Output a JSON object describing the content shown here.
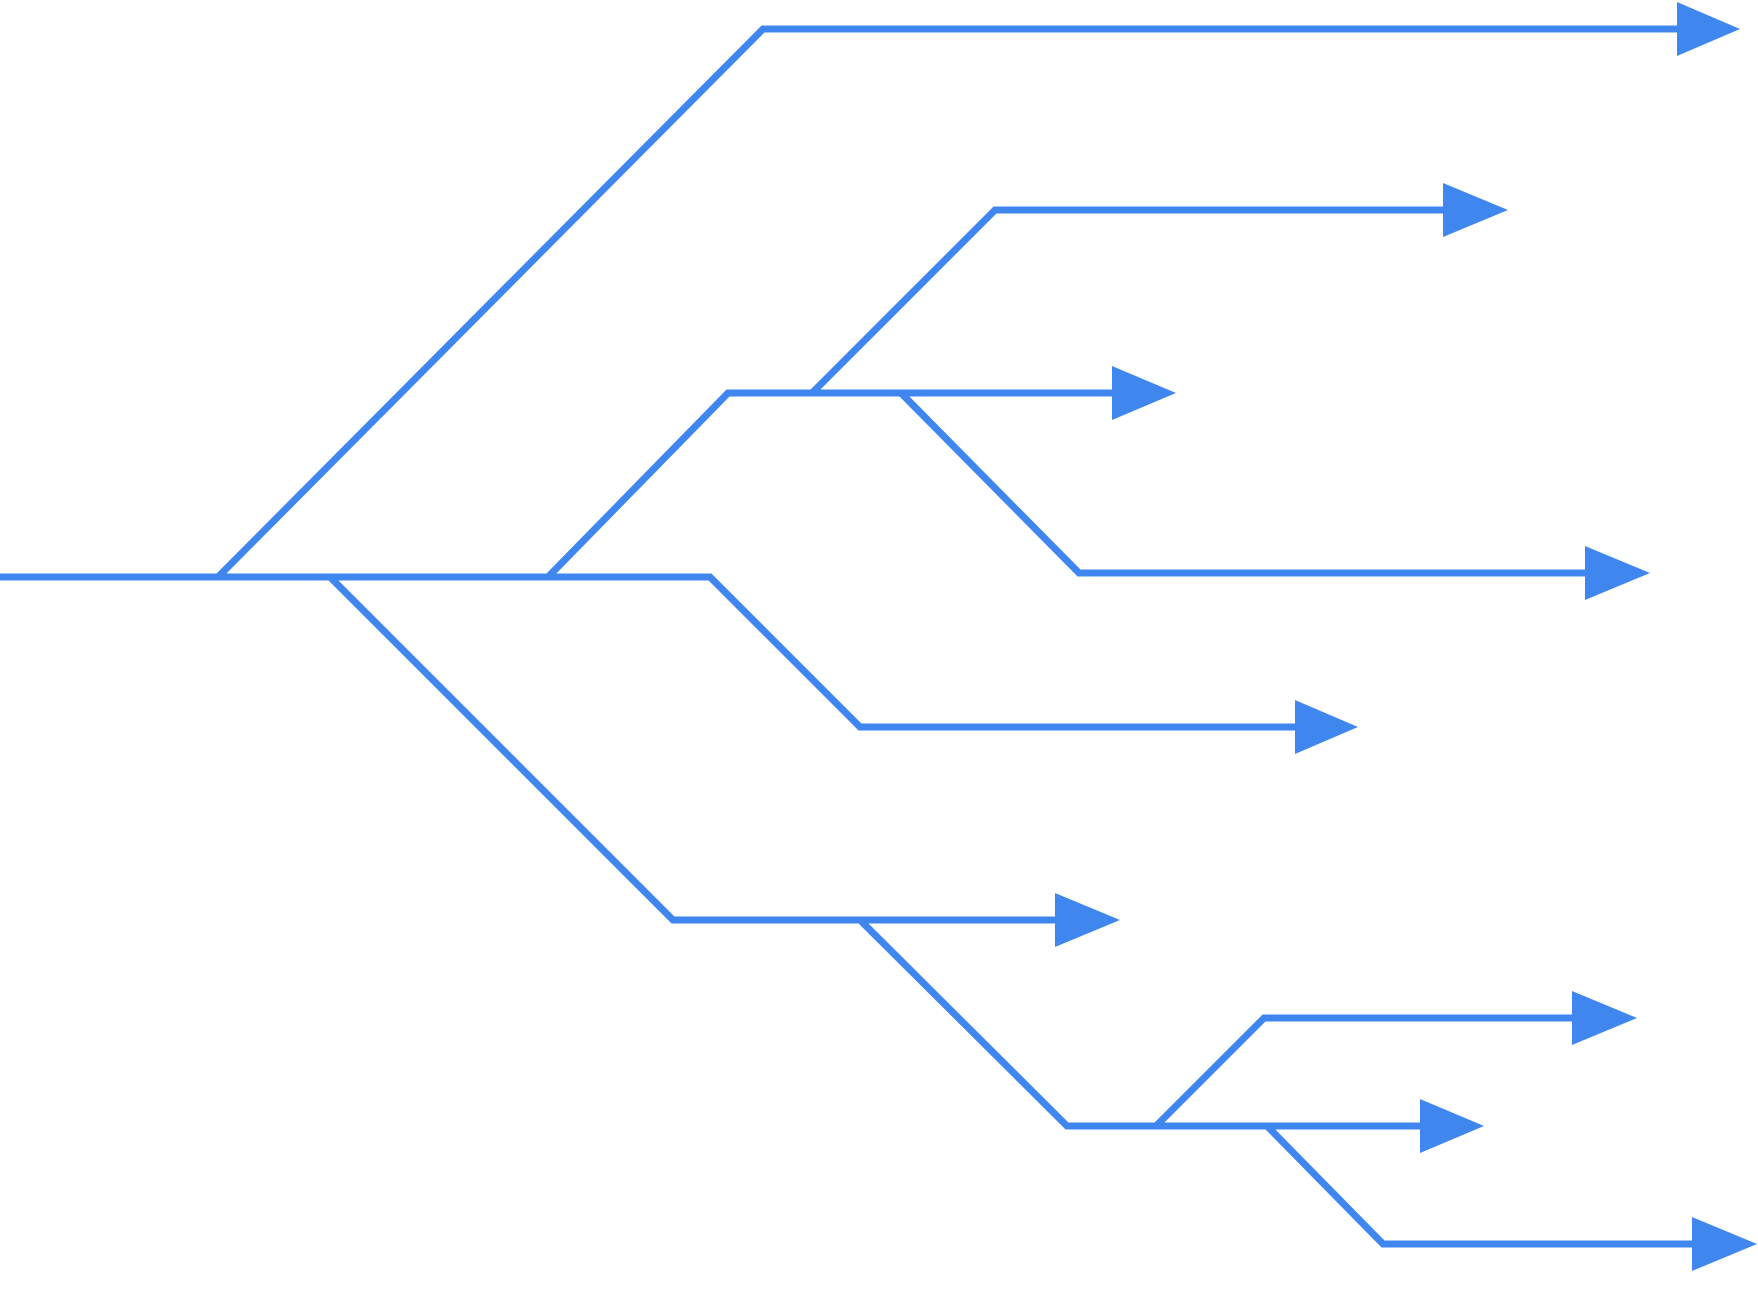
{
  "diagram": {
    "type": "branching-arrow-tree",
    "colors": {
      "line": "#3f86ef",
      "background": "#ffffff"
    },
    "branch_count": 10,
    "arrowhead_shape": "filled-triangle"
  }
}
